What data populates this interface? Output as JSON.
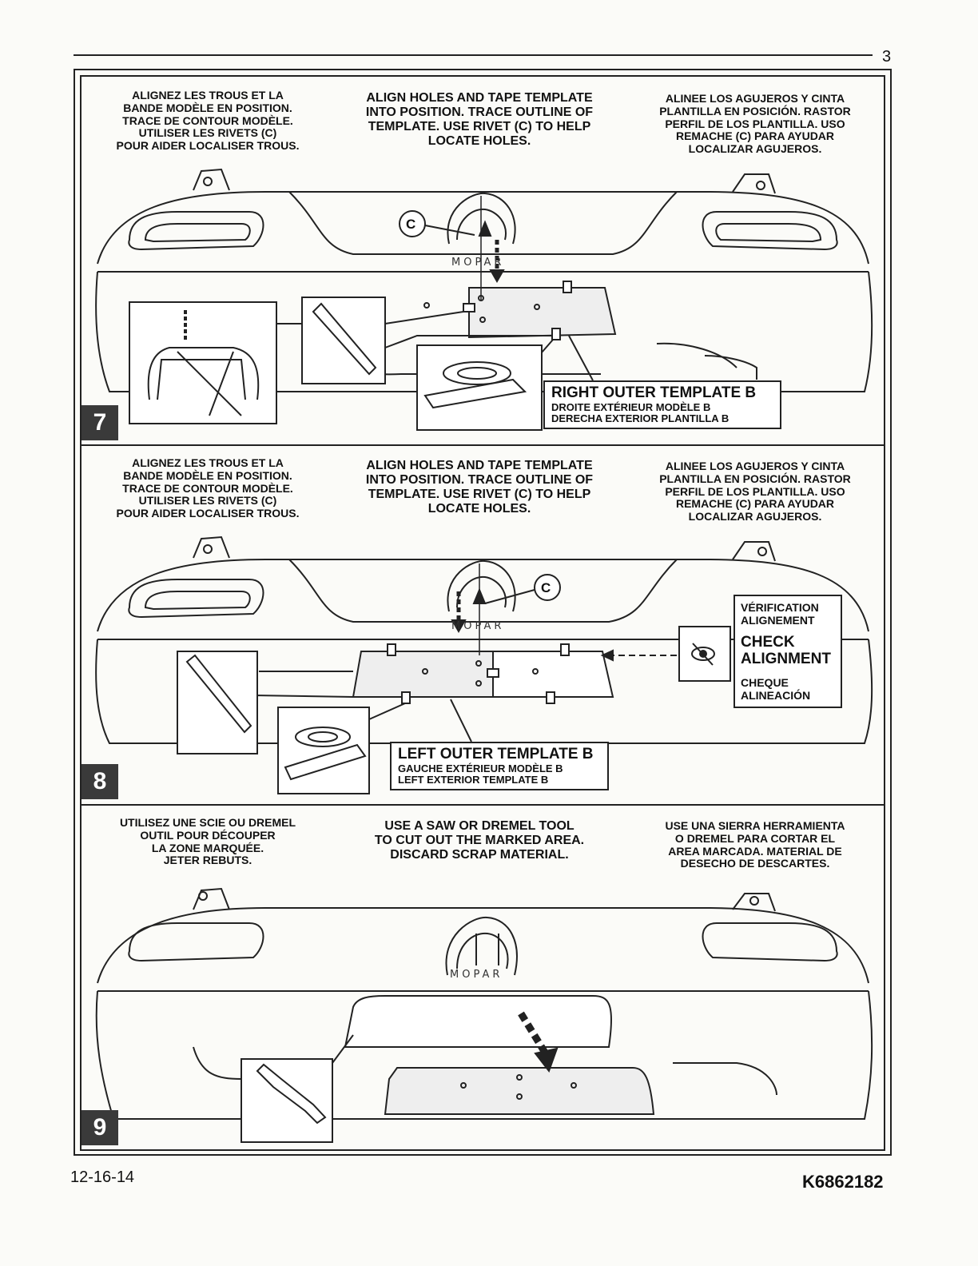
{
  "page_number": "3",
  "footer": {
    "date": "12-16-14",
    "doc_id": "K6862182"
  },
  "steps": [
    {
      "number": "7",
      "fr": "ALIGNEZ LES TROUS ET LA\nBANDE MODÈLE EN POSITION.\nTRACE DE CONTOUR MODÈLE.\nUTILISER LES RIVETS (C)\nPOUR AIDER LOCALISER TROUS.",
      "en": "ALIGN HOLES AND TAPE TEMPLATE\nINTO POSITION. TRACE OUTLINE OF\nTEMPLATE. USE RIVET (C) TO HELP\nLOCATE HOLES.",
      "es": "ALINEE LOS AGUJEROS Y CINTA\nPLANTILLA EN POSICIÓN. RASTOR\nPERFIL DE LOS PLANTILLA. USO\nREMACHE (C) PARA AYUDAR\nLOCALIZAR AGUJEROS.",
      "rivet_label": "C",
      "logo": "MOPAR",
      "template_label": {
        "en": "RIGHT OUTER TEMPLATE B",
        "fr": "DROITE EXTÉRIEUR MODÈLE B",
        "es": "DERECHA EXTERIOR PLANTILLA B"
      }
    },
    {
      "number": "8",
      "fr": "ALIGNEZ LES TROUS ET LA\nBANDE MODÈLE EN POSITION.\nTRACE DE CONTOUR MODÈLE.\nUTILISER LES RIVETS (C)\nPOUR AIDER LOCALISER TROUS.",
      "en": "ALIGN HOLES AND TAPE TEMPLATE\nINTO POSITION. TRACE OUTLINE OF\nTEMPLATE. USE RIVET (C) TO HELP\nLOCATE HOLES.",
      "es": "ALINEE LOS AGUJEROS Y CINTA\nPLANTILLA EN POSICIÓN. RASTOR\nPERFIL DE LOS PLANTILLA. USO\nREMACHE (C) PARA AYUDAR\nLOCALIZAR AGUJEROS.",
      "rivet_label": "C",
      "logo": "MOPAR",
      "check": {
        "fr": "VÉRIFICATION\nALIGNEMENT",
        "en": "CHECK\nALIGNMENT",
        "es": "CHEQUE\nALINEACIÓN"
      },
      "template_label": {
        "en": "LEFT OUTER TEMPLATE B",
        "fr": "GAUCHE EXTÉRIEUR MODÈLE B",
        "es": "LEFT EXTERIOR TEMPLATE B"
      }
    },
    {
      "number": "9",
      "fr": "UTILISEZ UNE SCIE OU DREMEL\nOUTIL POUR DÉCOUPER\nLA ZONE MARQUÉE.\nJETER REBUTS.",
      "en": "USE A SAW OR DREMEL TOOL\nTO CUT OUT THE MARKED AREA.\nDISCARD SCRAP MATERIAL.",
      "es": "USE UNA SIERRA HERRAMIENTA\nO DREMEL PARA CORTAR EL\nAREA MARCADA. MATERIAL DE\nDESECHO DE DESCARTES.",
      "logo": "MOPAR"
    }
  ]
}
